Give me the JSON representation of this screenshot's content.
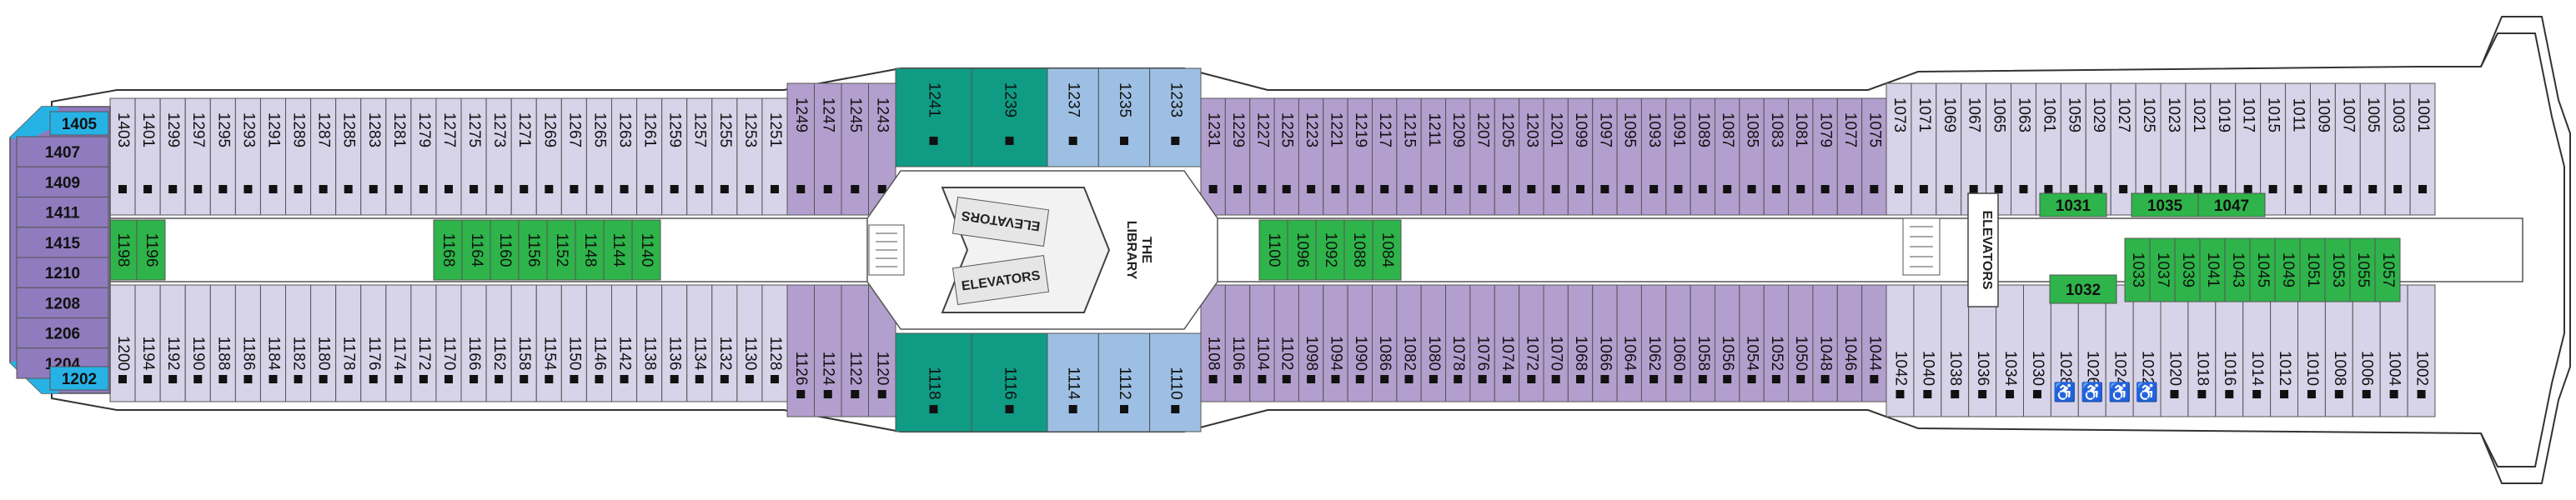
{
  "colors": {
    "standard": "#d7d3e8",
    "deluxe": "#b39fce",
    "suite": "#8f7bbd",
    "concierge": "#9dbfe3",
    "aqua": "#0f9b84",
    "interior": "#2eb44a",
    "accent_cyan": "#27b2e6"
  },
  "labels": {
    "elevators_fwd": "ELEVATORS",
    "elevators_mid_top": "ELEVATORS",
    "elevators_mid_bottom": "ELEVATORS",
    "library": "THE\nLIBRARY"
  },
  "aft": {
    "top": [
      "1405"
    ],
    "column": [
      "1407",
      "1409",
      "1411",
      "1415",
      "1210",
      "1208",
      "1206",
      "1204"
    ],
    "bottom": [
      "1202"
    ]
  },
  "top_row": {
    "standard_aft": [
      "1403",
      "1401",
      "1299",
      "1297",
      "1295",
      "1293",
      "1291",
      "1289",
      "1287",
      "1285",
      "1283",
      "1281",
      "1279",
      "1277",
      "1275",
      "1273",
      "1271",
      "1269",
      "1267",
      "1265",
      "1263",
      "1261",
      "1259",
      "1257",
      "1255",
      "1253",
      "1251"
    ],
    "deluxe_aft": [
      "1249",
      "1247",
      "1245",
      "1243"
    ],
    "aqua": [
      "1241",
      "1239"
    ],
    "concierge": [
      "1237",
      "1235",
      "1233"
    ],
    "deluxe_mid": [
      "1231",
      "1229",
      "1227",
      "1225",
      "1223",
      "1221",
      "1219",
      "1217",
      "1215",
      "1211",
      "1209",
      "1207",
      "1205",
      "1203",
      "1201",
      "1099",
      "1097",
      "1095",
      "1093",
      "1091",
      "1089",
      "1087",
      "1085",
      "1083",
      "1081",
      "1079",
      "1077",
      "1075"
    ],
    "standard_fwd": [
      "1073",
      "1071",
      "1069",
      "1067",
      "1065",
      "1063",
      "1061",
      "1059",
      "1029",
      "1027",
      "1025",
      "1023",
      "1021",
      "1019",
      "1017",
      "1015",
      "1011",
      "1009",
      "1007",
      "1005",
      "1003",
      "1001"
    ]
  },
  "bottom_row": {
    "standard_aft": [
      "1200",
      "1194",
      "1192",
      "1190",
      "1188",
      "1186",
      "1184",
      "1182",
      "1180",
      "1178",
      "1176",
      "1174",
      "1172",
      "1170",
      "1166",
      "1162",
      "1158",
      "1154",
      "1150",
      "1146",
      "1142",
      "1138",
      "1136",
      "1134",
      "1132",
      "1130",
      "1128"
    ],
    "deluxe_aft": [
      "1126",
      "1124",
      "1122",
      "1120"
    ],
    "aqua": [
      "1118",
      "1116"
    ],
    "concierge": [
      "1114",
      "1112",
      "1110"
    ],
    "deluxe_mid": [
      "1108",
      "1106",
      "1104",
      "1102",
      "1098",
      "1094",
      "1090",
      "1086",
      "1082",
      "1080",
      "1078",
      "1076",
      "1074",
      "1072",
      "1070",
      "1068",
      "1066",
      "1064",
      "1062",
      "1060",
      "1058",
      "1056",
      "1054",
      "1052",
      "1050",
      "1048",
      "1046",
      "1044"
    ],
    "standard_fwd": [
      "1042",
      "1040",
      "1038",
      "1036",
      "1034",
      "1030",
      "1028",
      "1026",
      "1024",
      "1022",
      "1020",
      "1018",
      "1016",
      "1014",
      "1012",
      "1010",
      "1008",
      "1006",
      "1004",
      "1002"
    ]
  },
  "interior": {
    "aft_block": [
      "1198",
      "1196"
    ],
    "mid_aft_block": [
      "1168",
      "1164",
      "1160",
      "1156",
      "1152",
      "1148",
      "1144",
      "1140"
    ],
    "mid_fwd_block": [
      "1100",
      "1096",
      "1092",
      "1088",
      "1084"
    ],
    "fwd_top": [
      "1031",
      "1035",
      "1047"
    ],
    "fwd_block": [
      "1033",
      "1037",
      "1039",
      "1041",
      "1043",
      "1045",
      "1049",
      "1051",
      "1053",
      "1055",
      "1057"
    ],
    "fwd_single": [
      "1032"
    ]
  },
  "accessible_cabins": [
    "1028",
    "1026",
    "1024",
    "1022"
  ]
}
